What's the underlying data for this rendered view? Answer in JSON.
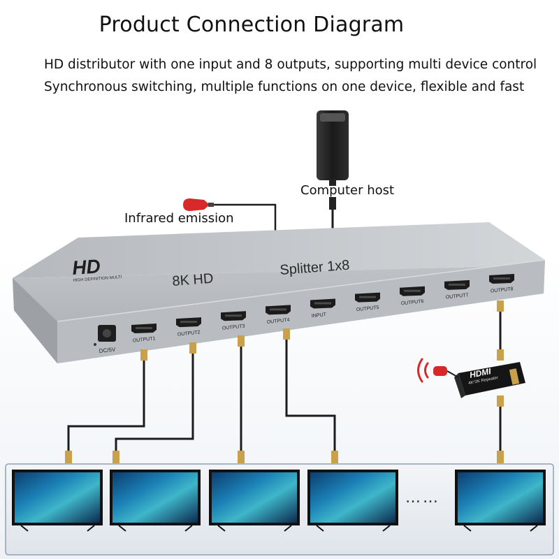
{
  "header": {
    "title": "Product Connection Diagram",
    "desc_line1": "HD distributor with one input and 8 outputs, supporting multi device control",
    "desc_line2": "Synchronous switching, multiple functions on one device, flexible and fast"
  },
  "labels": {
    "computer_host": "Computer host",
    "infrared_emission": "Infrared emission"
  },
  "device": {
    "logo_text": "HD",
    "logo_subtext": "HIGH DEFINITION MULTI",
    "model_text": "8K  HD",
    "name_text": "Splitter 1x8",
    "power_label": "DC/5V",
    "ports": [
      "OUTPUT1",
      "OUTPUT2",
      "OUTPUT3",
      "OUTPUT4",
      "INPUT",
      "OUTPUT5",
      "OUTPUT6",
      "OUTPUT7",
      "OUTPUT8"
    ]
  },
  "repeater": {
    "brand_text": "HDMI",
    "sub_text": "4K*2K Repeater"
  },
  "monitors_ellipsis": "……",
  "colors": {
    "device_face": "#b4b8bd",
    "device_top": "#c7cacd",
    "ir_red": "#d8292a",
    "cable": "#1c1c1c",
    "connector_gold": "#c9a14a"
  }
}
